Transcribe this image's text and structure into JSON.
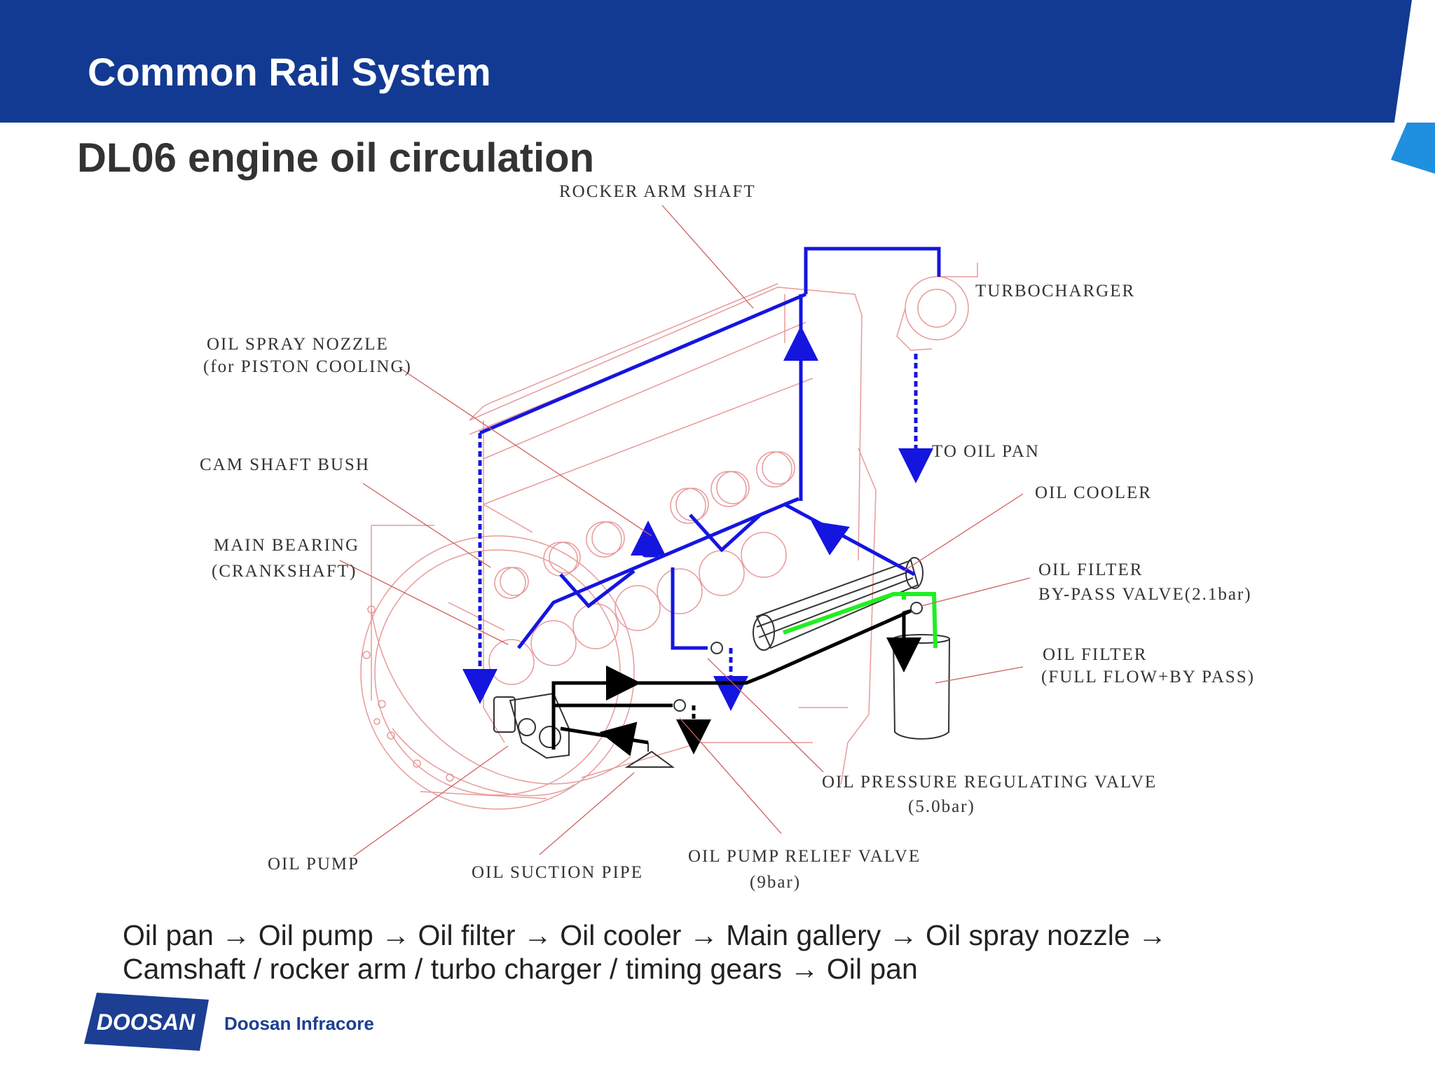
{
  "header": {
    "title": "Common Rail System"
  },
  "slide": {
    "subtitle": "DL06 engine oil circulation"
  },
  "diagram": {
    "labels": {
      "rocker_arm_shaft": "ROCKER ARM SHAFT",
      "turbocharger": "TURBOCHARGER",
      "oil_spray_nozzle_1": "OIL SPRAY NOZZLE",
      "oil_spray_nozzle_2": "(for PISTON COOLING)",
      "to_oil_pan": "TO OIL PAN",
      "cam_shaft_bush": "CAM SHAFT BUSH",
      "oil_cooler": "OIL COOLER",
      "main_bearing_1": "MAIN BEARING",
      "main_bearing_2": "(CRANKSHAFT)",
      "bypass_valve_1": "OIL FILTER",
      "bypass_valve_2": "BY-PASS VALVE(2.1bar)",
      "oil_filter_1": "OIL FILTER",
      "oil_filter_2": "(FULL FLOW+BY PASS)",
      "regulating_valve_1": "OIL PRESSURE REGULATING VALVE",
      "regulating_valve_2": "(5.0bar)",
      "oil_pump": "OIL PUMP",
      "oil_suction_pipe": "OIL SUCTION PIPE",
      "relief_valve_1": "OIL PUMP RELIEF VALVE",
      "relief_valve_2": "(9bar)"
    },
    "colors": {
      "engine_outline": "#e79a9a",
      "main_gallery": "#1515e0",
      "suction_line": "#000000",
      "bypass_line": "#22ee22"
    }
  },
  "flow": {
    "line1": "Oil pan → Oil pump → Oil filter → Oil cooler → Main gallery → Oil spray nozzle →",
    "line2": "Camshaft / rocker arm / turbo charger / timing gears → Oil pan"
  },
  "footer": {
    "logo_text": "DOOSAN",
    "company": "Doosan Infracore"
  }
}
